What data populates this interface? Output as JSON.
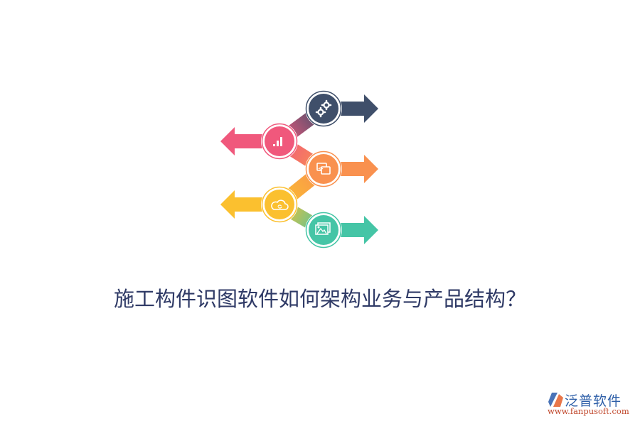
{
  "title": "施工构件识图软件如何架构业务与产品结构？",
  "diagram": {
    "type": "zigzag-arrow-infographic",
    "steps": [
      {
        "index": 1,
        "icon": "gears-icon",
        "direction": "right",
        "color": "#3f4f6a"
      },
      {
        "index": 2,
        "icon": "bar-chart-icon",
        "direction": "left",
        "color": "#f0587c"
      },
      {
        "index": 3,
        "icon": "screen-cast-icon",
        "direction": "right",
        "color": "#f9914f"
      },
      {
        "index": 4,
        "icon": "cloud-sync-icon",
        "direction": "left",
        "color": "#fbc02f"
      },
      {
        "index": 5,
        "icon": "image-gallery-icon",
        "direction": "right",
        "color": "#45c5a6"
      }
    ]
  },
  "logo": {
    "name": "泛普软件",
    "url": "www.fanpusoft.com",
    "colors": {
      "blue": "#2e5fa8",
      "orange": "#e9774a",
      "red": "#c0462a"
    }
  }
}
